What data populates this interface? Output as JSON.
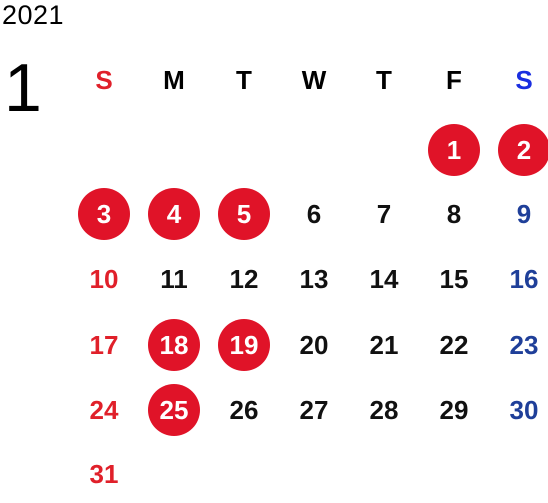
{
  "year": "2021",
  "month": "1",
  "weekdays": [
    "S",
    "M",
    "T",
    "W",
    "T",
    "F",
    "S"
  ],
  "weeks": [
    [
      "",
      "",
      "",
      "",
      "",
      "1",
      "2"
    ],
    [
      "3",
      "4",
      "5",
      "6",
      "7",
      "8",
      "9"
    ],
    [
      "10",
      "11",
      "12",
      "13",
      "14",
      "15",
      "16"
    ],
    [
      "17",
      "18",
      "19",
      "20",
      "21",
      "22",
      "23"
    ],
    [
      "24",
      "25",
      "26",
      "27",
      "28",
      "29",
      "30"
    ],
    [
      "31",
      "",
      "",
      "",
      "",
      "",
      ""
    ]
  ],
  "holidays": [
    "1",
    "2",
    "3",
    "4",
    "5",
    "18",
    "19",
    "25"
  ],
  "colors": {
    "sunday": "#e0202a",
    "saturday": "#1f3f99",
    "holiday_circle": "#e01328"
  }
}
